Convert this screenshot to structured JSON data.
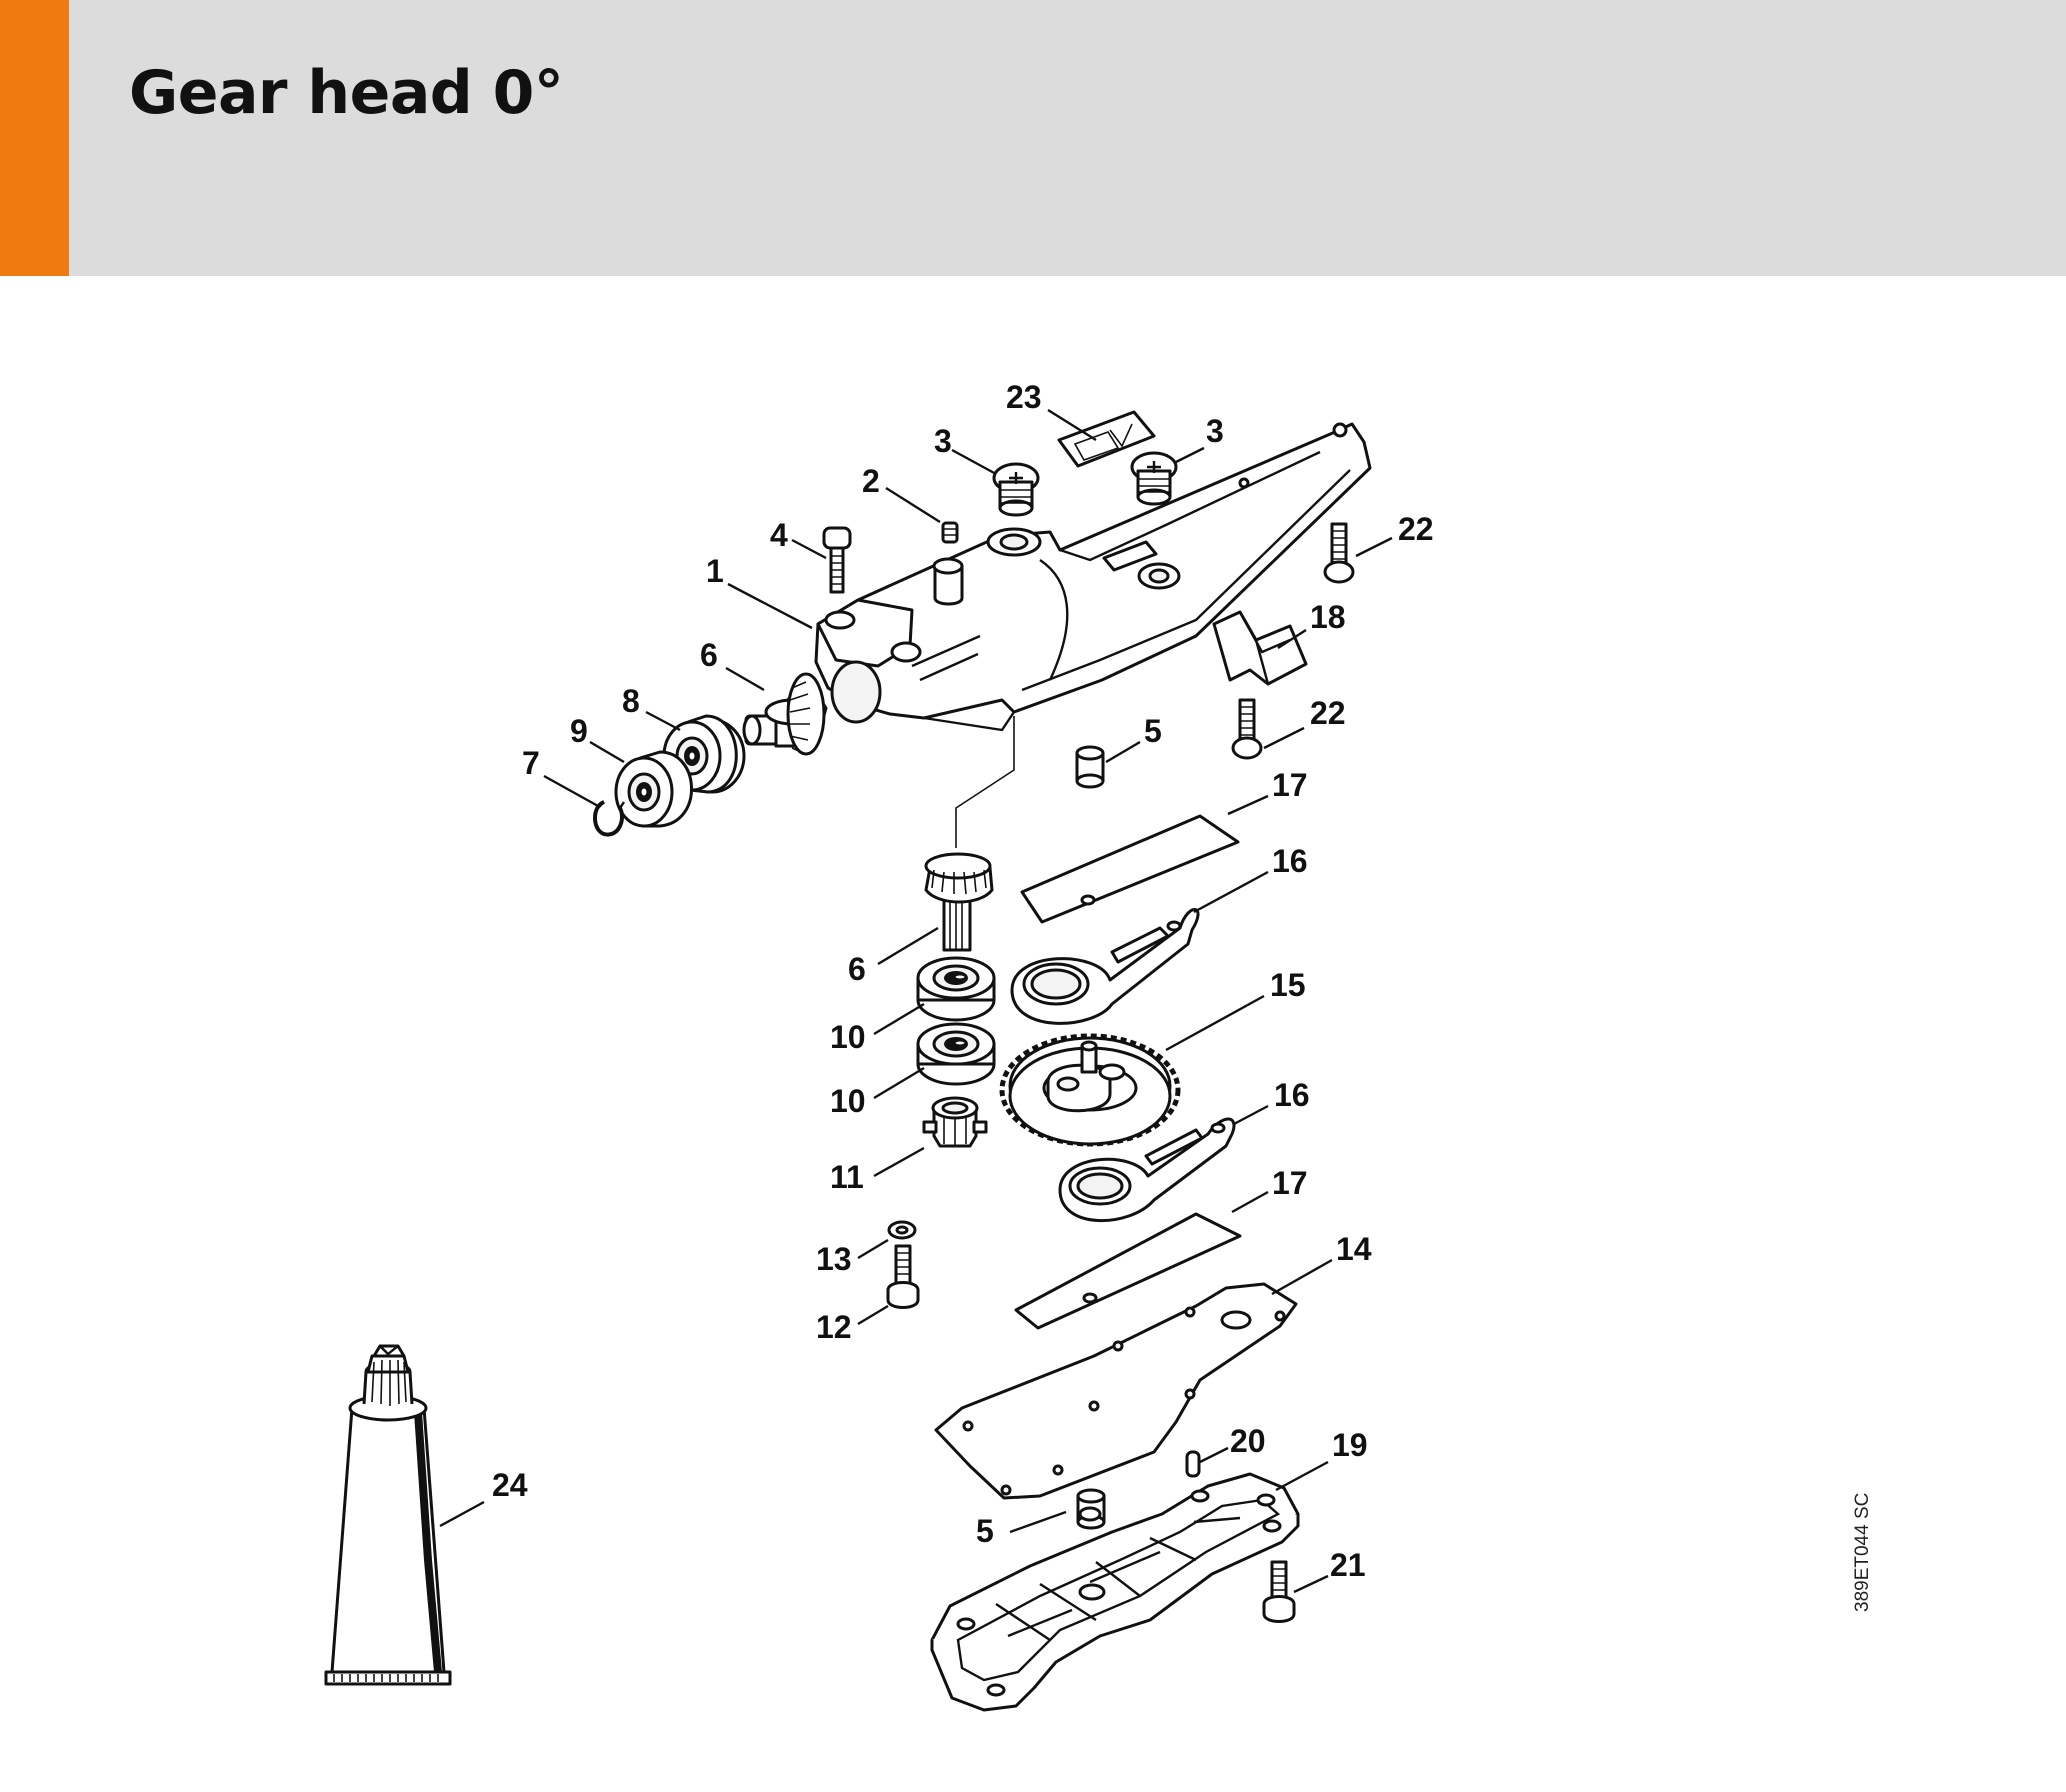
{
  "page": {
    "title": "Gear head 0°",
    "accent_color": "#ef7a0f",
    "header_color": "#dcdcdc",
    "drawing_ref": "389ET044 SC"
  },
  "callouts": [
    "23",
    "3",
    "3",
    "2",
    "4",
    "22",
    "1",
    "18",
    "6",
    "8",
    "9",
    "7",
    "22",
    "5",
    "17",
    "16",
    "6",
    "15",
    "10",
    "10",
    "16",
    "11",
    "17",
    "13",
    "14",
    "12",
    "20",
    "19",
    "5",
    "21",
    "24"
  ]
}
